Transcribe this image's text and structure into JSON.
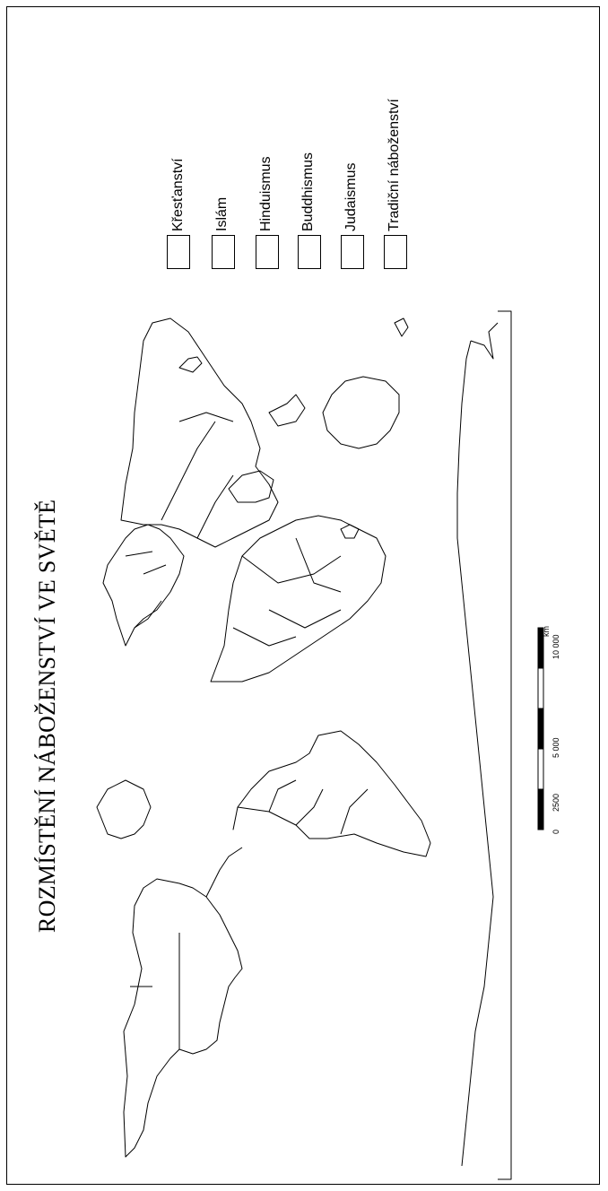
{
  "map": {
    "title": "ROZMÍSTĚNÍ NÁBOŽENSTVÍ VE SVĚTĚ",
    "legend": [
      {
        "label": "Křesťanství"
      },
      {
        "label": "Islám"
      },
      {
        "label": "Hinduismus"
      },
      {
        "label": "Buddhismus"
      },
      {
        "label": "Judaismus"
      },
      {
        "label": "Tradiční náboženství"
      }
    ],
    "scale_bar": {
      "labels": [
        "0",
        "2500",
        "5 000",
        "10 000"
      ],
      "unit": "km"
    },
    "colors": {
      "ink": "#000000",
      "paper": "#ffffff"
    }
  }
}
